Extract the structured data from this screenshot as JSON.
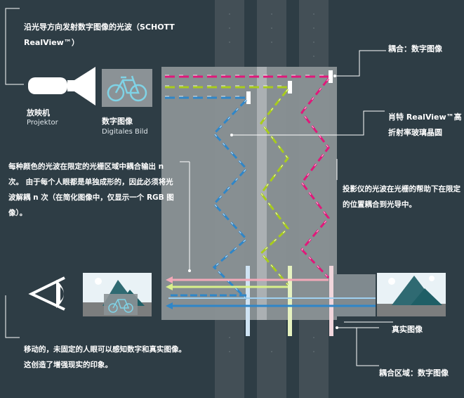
{
  "title": "沿光导方向发射数字图像的光波（SCHOTT RealView™）",
  "projector": {
    "label_cn": "放映机",
    "label_de": "Projektor"
  },
  "digital_image": {
    "label_cn": "数字图像",
    "label_de": "Digitales Bild"
  },
  "callouts": {
    "coupling_in": "耦合：数字图像",
    "glass_wafer": "肖特 RealView™高折射率玻璃晶圆",
    "left_explanation": "每种颜色的光波在限定的光栅区域中耦合输出 n 次。 由于每个人眼都是单独成形的，因此必须将光波解耦 n 次（在简化图像中，仅显示一个 RGB 图像）。",
    "right_explanation": "投影仪的光波在光栅的帮助下在限定的位置耦合到光导中。",
    "real_image": "真实图像",
    "eye_explanation": "移动的，未固定的人眼可以感知数字和真实图像。 这创造了增强现实的印象。",
    "coupling_out_area": "耦合区域：数字图像"
  },
  "colors": {
    "background": "#2e3d45",
    "column": "#434f56",
    "glass": "#8b9296",
    "pink": "#e0187a",
    "green": "#a8cc1c",
    "blue": "#2f86c8",
    "light_pink": "#f2a9b8",
    "light_green": "#d8f08a",
    "light_blue": "#9fd0f0",
    "icon_blue": "#7fd3e6"
  }
}
